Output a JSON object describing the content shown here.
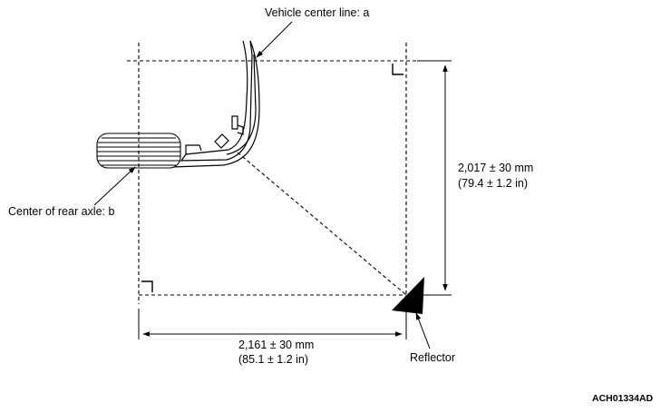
{
  "labels": {
    "vehicle_center_line": "Vehicle center line: a",
    "rear_axle_center": "Center of rear axle: b",
    "vertical_dim_mm": "2,017 ± 30 mm",
    "vertical_dim_in": "(79.4 ± 1.2 in)",
    "horizontal_dim_mm": "2,161 ± 30 mm",
    "horizontal_dim_in": "(85.1 ± 1.2 in)",
    "reflector": "Reflector",
    "figure_code": "ACH01334AD"
  }
}
